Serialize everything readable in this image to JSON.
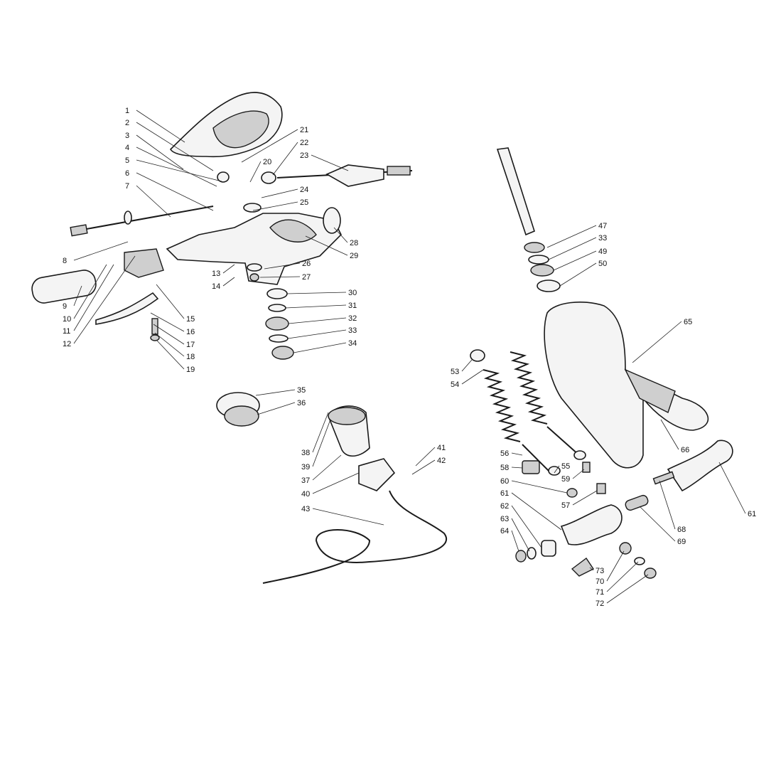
{
  "diagram": {
    "type": "exploded-parts-diagram",
    "labels": [
      "1",
      "2",
      "3",
      "4",
      "5",
      "6",
      "7",
      "21",
      "22",
      "23",
      "20",
      "24",
      "25",
      "28",
      "29",
      "8",
      "9",
      "10",
      "11",
      "12",
      "13",
      "14",
      "26",
      "27",
      "15",
      "16",
      "17",
      "18",
      "19",
      "30",
      "31",
      "32",
      "33",
      "34",
      "35",
      "36",
      "38",
      "39",
      "37",
      "40",
      "43",
      "41",
      "42",
      "47",
      "33",
      "49",
      "50",
      "65",
      "53",
      "54",
      "56",
      "58",
      "60",
      "61",
      "62",
      "63",
      "64",
      "55",
      "59",
      "57",
      "66",
      "61",
      "68",
      "69",
      "73",
      "70",
      "71",
      "72"
    ]
  }
}
